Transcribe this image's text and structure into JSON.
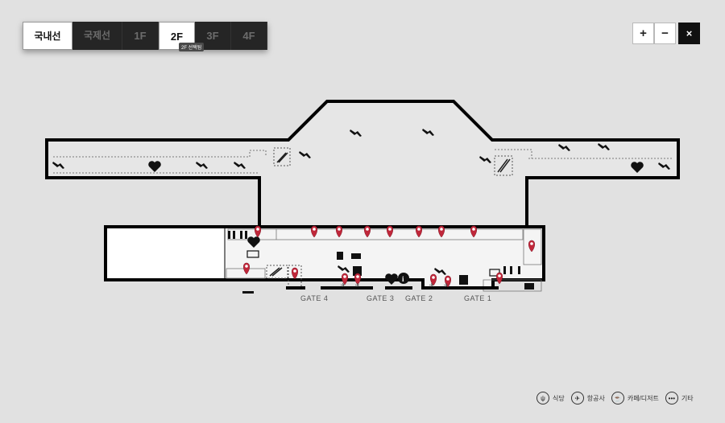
{
  "floor_selector": {
    "terminal_tab": "국내선",
    "other_terminal_tab": "국제선",
    "floors": [
      "1F",
      "2F",
      "3F",
      "4F"
    ],
    "selected_floor": "2F",
    "selected_tooltip": "2F 선택됨"
  },
  "zoom_controls": {
    "zoom_in": "+",
    "zoom_out": "−",
    "close": "×"
  },
  "map": {
    "gates": [
      "GATE 4",
      "GATE 3",
      "GATE 2",
      "GATE 1"
    ],
    "accent_color": "#c0273a",
    "wall_color": "#000000",
    "floor_fill": "#e6e6e6"
  },
  "legend": [
    {
      "icon": "fork-knife-icon",
      "glyph": "ψ",
      "label": "식당"
    },
    {
      "icon": "airplane-icon",
      "glyph": "✈",
      "label": "항공사"
    },
    {
      "icon": "cup-icon",
      "glyph": "☕",
      "label": "카페/디저트"
    },
    {
      "icon": "more-icon",
      "glyph": "•••",
      "label": "기타"
    }
  ]
}
